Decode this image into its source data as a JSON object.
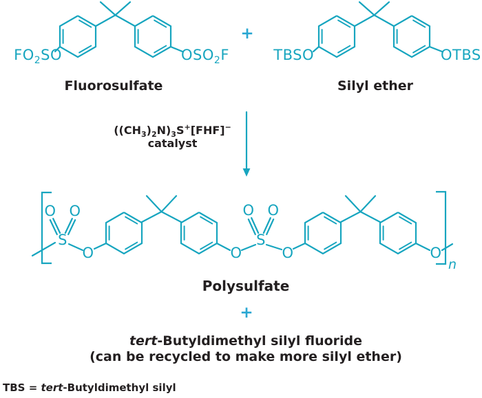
{
  "colors": {
    "structure": "#17a5bf",
    "plus": "#2aa7d2",
    "ink": "#231f20"
  },
  "reactants": {
    "plus": "+",
    "fluorosulfate": {
      "label": "Fluorosulfate",
      "left_group": {
        "pre": "FO",
        "sub": "2",
        "post": "SO"
      },
      "right_group": {
        "pre": "OSO",
        "sub": "2",
        "post": "F"
      }
    },
    "silyl_ether": {
      "label": "Silyl ether",
      "left_group": "TBSO",
      "right_group": "OTBS"
    }
  },
  "catalyst": {
    "p1": "((CH",
    "s1": "3",
    "p2": ")",
    "s2": "2",
    "p3": "N)",
    "s3": "3",
    "p4": "S",
    "sup1": "+",
    "p5": "[FHF]",
    "sup2": "−",
    "caption": "catalyst"
  },
  "products": {
    "plus": "+",
    "polysulfate": {
      "label": "Polysulfate",
      "atom_o": "O",
      "atom_s": "S",
      "repeat_subscript": "n"
    },
    "byproduct": {
      "italic": "tert",
      "name_rest": "-Butyldimethyl silyl fluoride",
      "note": "(can be recycled to make more silyl ether)"
    }
  },
  "footnote": {
    "prefix": "TBS = ",
    "italic": "tert",
    "rest": "-Butyldimethyl silyl"
  }
}
